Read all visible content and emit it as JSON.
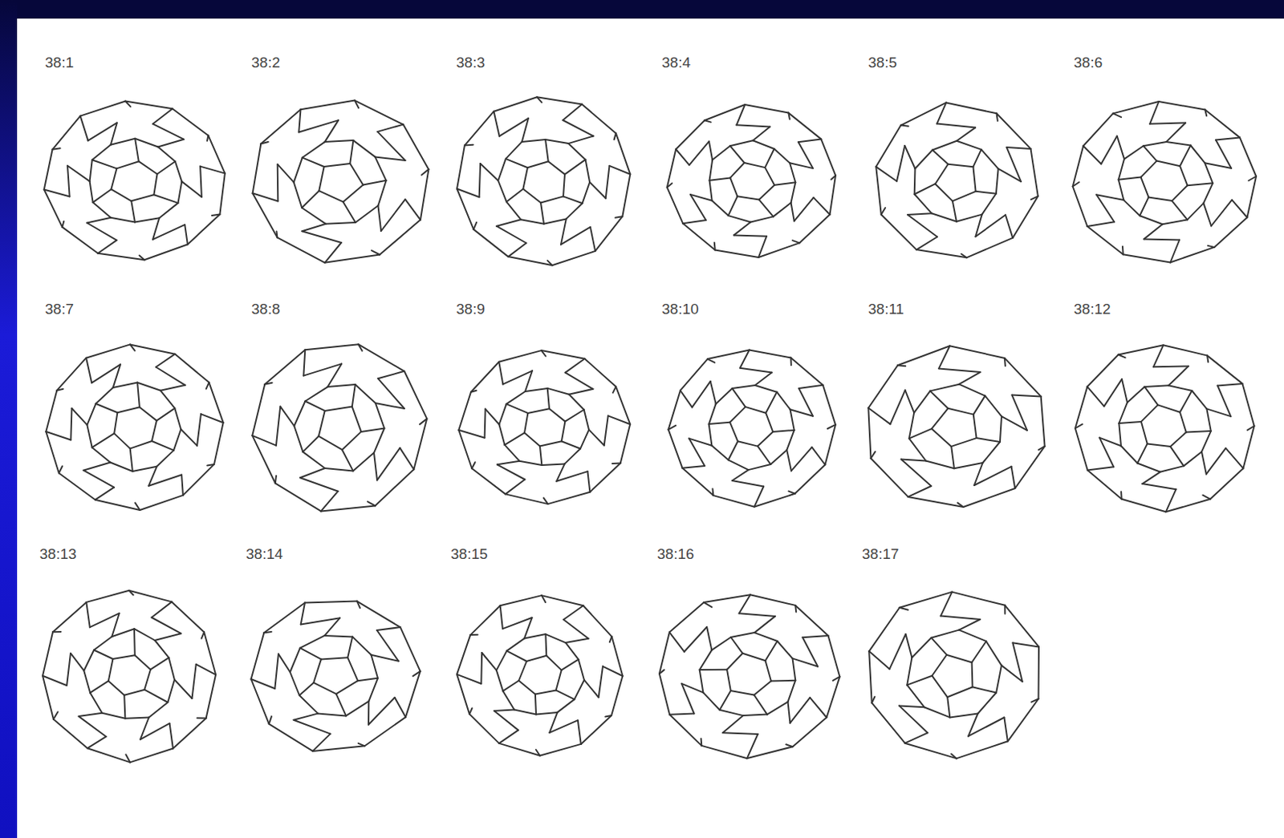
{
  "diagram": {
    "labels": [
      "38:1",
      "38:2",
      "38:3",
      "38:4",
      "38:5",
      "38:6",
      "38:7",
      "38:8",
      "38:9",
      "38:10",
      "38:11",
      "38:12",
      "38:13",
      "38:14",
      "38:15",
      "38:16",
      "38:17"
    ]
  }
}
